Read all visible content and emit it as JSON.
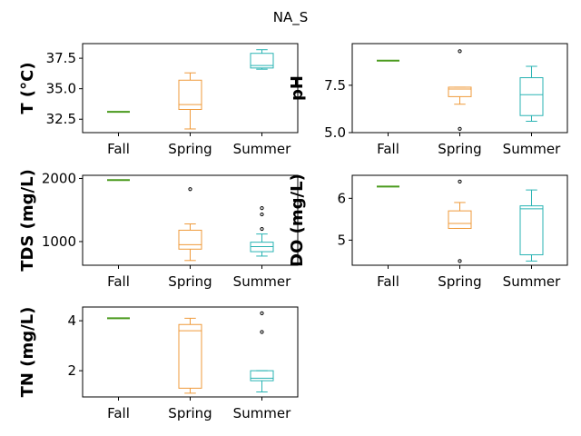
{
  "figure": {
    "suptitle": "NA_S"
  },
  "colors": {
    "Fall": "#4a9a1d",
    "Spring": "#ef9a3a",
    "Summer": "#29b3b3"
  },
  "chart_data": [
    {
      "type": "box",
      "ylabel": "T  (°C)",
      "categories": [
        "Fall",
        "Spring",
        "Summer"
      ],
      "ylim": [
        31.4,
        38.7
      ],
      "yticks": [
        32.5,
        35.0,
        37.5
      ],
      "ytick_labels": [
        "32.5",
        "35.0",
        "37.5"
      ],
      "boxes": [
        {
          "category": "Fall",
          "whislo": 33.1,
          "q1": 33.1,
          "med": 33.1,
          "q3": 33.1,
          "whishi": 33.1,
          "fliers": []
        },
        {
          "category": "Spring",
          "whislo": 31.7,
          "q1": 33.3,
          "med": 33.7,
          "q3": 35.7,
          "whishi": 36.3,
          "fliers": []
        },
        {
          "category": "Summer",
          "whislo": 36.6,
          "q1": 36.7,
          "med": 36.9,
          "q3": 37.9,
          "whishi": 38.2,
          "fliers": []
        }
      ]
    },
    {
      "type": "box",
      "ylabel": "pH",
      "categories": [
        "Fall",
        "Spring",
        "Summer"
      ],
      "ylim": [
        5.0,
        9.7
      ],
      "yticks": [
        5.0,
        7.5
      ],
      "ytick_labels": [
        "5.0",
        "7.5"
      ],
      "boxes": [
        {
          "category": "Fall",
          "whislo": 8.8,
          "q1": 8.8,
          "med": 8.8,
          "q3": 8.8,
          "whishi": 8.8,
          "fliers": []
        },
        {
          "category": "Spring",
          "whislo": 6.5,
          "q1": 6.9,
          "med": 7.3,
          "q3": 7.4,
          "whishi": 7.4,
          "fliers": [
            9.3,
            5.2
          ]
        },
        {
          "category": "Summer",
          "whislo": 5.6,
          "q1": 5.9,
          "med": 7.0,
          "q3": 7.9,
          "whishi": 8.5,
          "fliers": []
        }
      ]
    },
    {
      "type": "box",
      "ylabel": "TDS (mg/L)",
      "categories": [
        "Fall",
        "Spring",
        "Summer"
      ],
      "ylim": [
        625,
        2050
      ],
      "yticks": [
        1000,
        2000
      ],
      "ytick_labels": [
        "1000",
        "2000"
      ],
      "boxes": [
        {
          "category": "Fall",
          "whislo": 1975,
          "q1": 1975,
          "med": 1975,
          "q3": 1975,
          "whishi": 1975,
          "fliers": []
        },
        {
          "category": "Spring",
          "whislo": 700,
          "q1": 880,
          "med": 950,
          "q3": 1180,
          "whishi": 1280,
          "fliers": [
            1830
          ]
        },
        {
          "category": "Summer",
          "whislo": 770,
          "q1": 840,
          "med": 920,
          "q3": 990,
          "whishi": 1120,
          "fliers": [
            1530,
            1430,
            1200
          ]
        }
      ]
    },
    {
      "type": "box",
      "ylabel": "DO (mg/L)",
      "categories": [
        "Fall",
        "Spring",
        "Summer"
      ],
      "ylim": [
        4.4,
        6.55
      ],
      "yticks": [
        5,
        6
      ],
      "ytick_labels": [
        "5",
        "6"
      ],
      "boxes": [
        {
          "category": "Fall",
          "whislo": 6.28,
          "q1": 6.28,
          "med": 6.28,
          "q3": 6.28,
          "whishi": 6.28,
          "fliers": []
        },
        {
          "category": "Spring",
          "whislo": 5.28,
          "q1": 5.28,
          "med": 5.4,
          "q3": 5.7,
          "whishi": 5.9,
          "fliers": [
            6.4,
            4.5
          ]
        },
        {
          "category": "Summer",
          "whislo": 4.5,
          "q1": 4.65,
          "med": 5.75,
          "q3": 5.82,
          "whishi": 6.2,
          "fliers": []
        }
      ]
    },
    {
      "type": "box",
      "ylabel": "TN (mg/L)",
      "categories": [
        "Fall",
        "Spring",
        "Summer"
      ],
      "ylim": [
        0.95,
        4.55
      ],
      "yticks": [
        2,
        4
      ],
      "ytick_labels": [
        "2",
        "4"
      ],
      "boxes": [
        {
          "category": "Fall",
          "whislo": 4.1,
          "q1": 4.1,
          "med": 4.1,
          "q3": 4.1,
          "whishi": 4.1,
          "fliers": []
        },
        {
          "category": "Spring",
          "whislo": 1.1,
          "q1": 1.3,
          "med": 3.6,
          "q3": 3.85,
          "whishi": 4.1,
          "fliers": []
        },
        {
          "category": "Summer",
          "whislo": 1.15,
          "q1": 1.6,
          "med": 1.7,
          "q3": 2.0,
          "whishi": 2.0,
          "fliers": [
            4.3,
            3.55
          ]
        }
      ]
    }
  ]
}
